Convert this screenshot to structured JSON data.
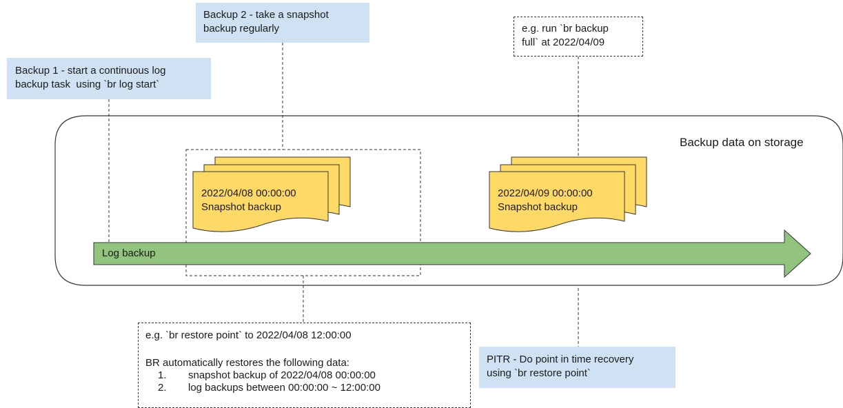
{
  "storage": {
    "label": "Backup data on storage"
  },
  "callouts": {
    "backup1": {
      "line1": "Backup 1 - start a continuous log",
      "line2": "backup task  using `br log start`"
    },
    "backup2": {
      "line1": "Backup 2 - take a snapshot",
      "line2": "backup regularly"
    },
    "full_backup_example": {
      "line1": "e.g. run `br backup",
      "line2": "full` at 2022/04/09"
    },
    "pitr": {
      "line1": "PITR - Do point in time recovery",
      "line2": "using `br restore point`"
    },
    "restore_example": {
      "line1": "e.g. `br restore point` to 2022/04/08 12:00:00",
      "line2": "BR automatically restores the following data:",
      "items": [
        {
          "num": "1.",
          "text": "snapshot backup of 2022/04/08 00:00:00"
        },
        {
          "num": "2.",
          "text": "log backups between 00:00:00 ~ 12:00:00"
        }
      ]
    }
  },
  "snapshots": [
    {
      "timestamp": "2022/04/08 00:00:00",
      "label": "Snapshot backup"
    },
    {
      "timestamp": "2022/04/09 00:00:00",
      "label": "Snapshot backup"
    }
  ],
  "log_backup": {
    "label": "Log backup"
  },
  "colors": {
    "callout_blue": "#cfe2f3",
    "snapshot_yellow": "#ffd966",
    "log_green": "#93c47d",
    "outline": "#333333"
  }
}
